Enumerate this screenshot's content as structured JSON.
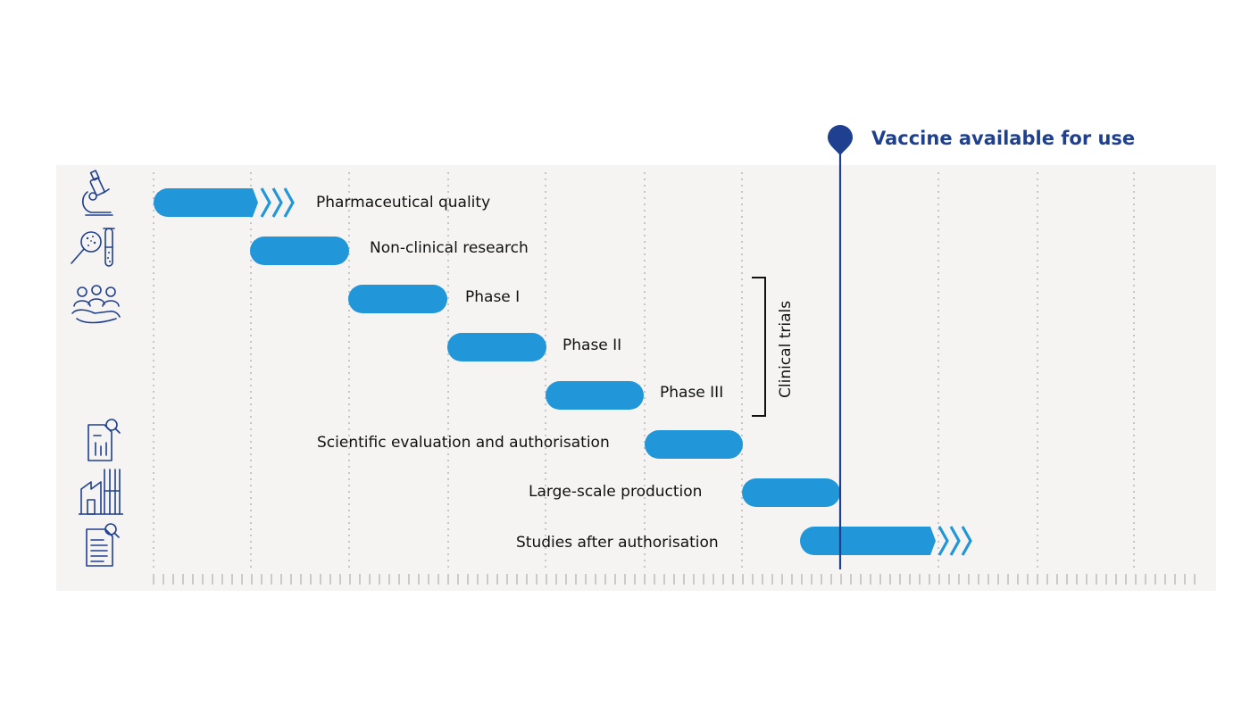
{
  "milestone": {
    "label": "Vaccine available for use",
    "color": "#1f3f8f"
  },
  "bar_color": "#2196d8",
  "group": {
    "label": "Clinical trials",
    "stages": [
      "Phase I",
      "Phase II",
      "Phase III"
    ]
  },
  "stages": [
    {
      "label": "Pharmaceutical quality",
      "icon": "microscope-icon",
      "continues": true
    },
    {
      "label": "Non-clinical research",
      "icon": "magnifier-test-tube-icon",
      "continues": false
    },
    {
      "label": "Phase I",
      "icon": "people-icon",
      "continues": false
    },
    {
      "label": "Phase II",
      "icon": "",
      "continues": false
    },
    {
      "label": "Phase III",
      "icon": "",
      "continues": false
    },
    {
      "label": "Scientific evaluation and authorisation",
      "icon": "document-review-icon",
      "continues": false
    },
    {
      "label": "Large-scale production",
      "icon": "factory-icon",
      "continues": false
    },
    {
      "label": "Studies after authorisation",
      "icon": "document-search-icon",
      "continues": true
    }
  ]
}
